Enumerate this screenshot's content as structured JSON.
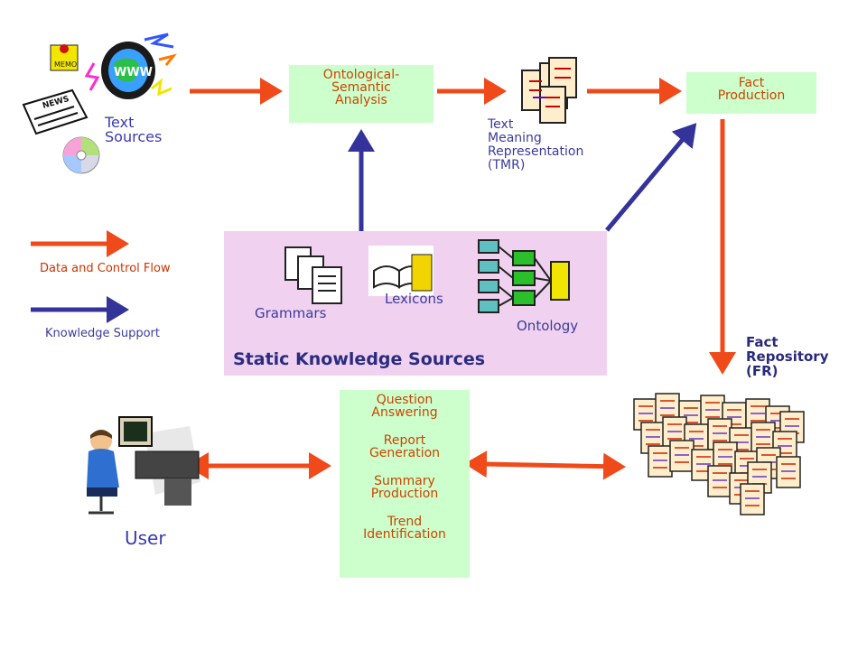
{
  "text_sources": {
    "line1": "Text",
    "line2": "Sources",
    "news_label": "NEWS",
    "memo_label": "MEMO",
    "www_label": "WWW"
  },
  "osa_box": {
    "line1": "Ontological-",
    "line2": "Semantic",
    "line3": "Analysis"
  },
  "tmr": {
    "line1": "Text",
    "line2": "Meaning",
    "line3": "Representation",
    "line4": "(TMR)"
  },
  "fact_production": {
    "line1": "Fact",
    "line2": "Production"
  },
  "fact_repository": {
    "line1": "Fact",
    "line2": "Repository",
    "line3": "(FR)"
  },
  "legend": {
    "data_flow": "Data and Control Flow",
    "knowledge_support": "Knowledge Support"
  },
  "static_sources": {
    "title": "Static Knowledge Sources",
    "grammars": "Grammars",
    "lexicons": "Lexicons",
    "ontology": "Ontology"
  },
  "applications": {
    "item1_line1": "Question",
    "item1_line2": "Answering",
    "item2_line1": "Report",
    "item2_line2": "Generation",
    "item3_line1": "Summary",
    "item3_line2": "Production",
    "item4_line1": "Trend",
    "item4_line2": "Identification"
  },
  "user": {
    "label": "User"
  },
  "colors": {
    "data_flow_arrow": "#f04a1a",
    "knowledge_arrow": "#33339a",
    "green_box": "#ccffcc",
    "purple_box": "#f0d2f0"
  }
}
